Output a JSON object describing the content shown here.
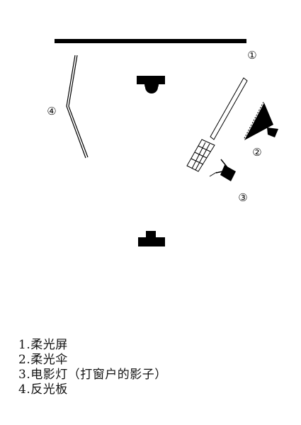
{
  "diagram": {
    "markers": [
      {
        "id": "marker-1",
        "label": "①"
      },
      {
        "id": "marker-2",
        "label": "②"
      },
      {
        "id": "marker-3",
        "label": "③"
      },
      {
        "id": "marker-4",
        "label": "④"
      }
    ],
    "legend": [
      "1.柔光屏",
      "2.柔光伞",
      "3.电影灯（打窗户的影子）",
      "4.反光板"
    ],
    "colors": {
      "ink": "#000000",
      "background": "#ffffff"
    }
  }
}
